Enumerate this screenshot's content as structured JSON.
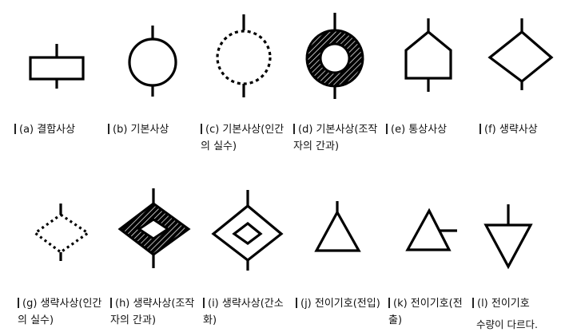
{
  "figure": {
    "captions": {
      "a": [
        "(a) 결함사상"
      ],
      "b": [
        "(b) 기본사상"
      ],
      "c": [
        "(c) 기본사상(인간",
        "의 실수)"
      ],
      "d": [
        "(d) 기본사상(조작",
        "자의 간과)"
      ],
      "e": [
        "(e) 통상사상"
      ],
      "f": [
        "(f) 생략사상"
      ],
      "g": [
        "(g) 생략사상(인간",
        "의 실수)"
      ],
      "h": [
        "(h) 생략사상(조작",
        "자의 간과)"
      ],
      "i": [
        "(i) 생략사상(간소",
        "화)"
      ],
      "j": [
        "(j) 전이기호(전입)"
      ],
      "k": [
        "(k) 전이기호(전",
        "출)"
      ],
      "l": [
        "(l) 전이기호"
      ]
    },
    "note": "수량이 다르다."
  }
}
